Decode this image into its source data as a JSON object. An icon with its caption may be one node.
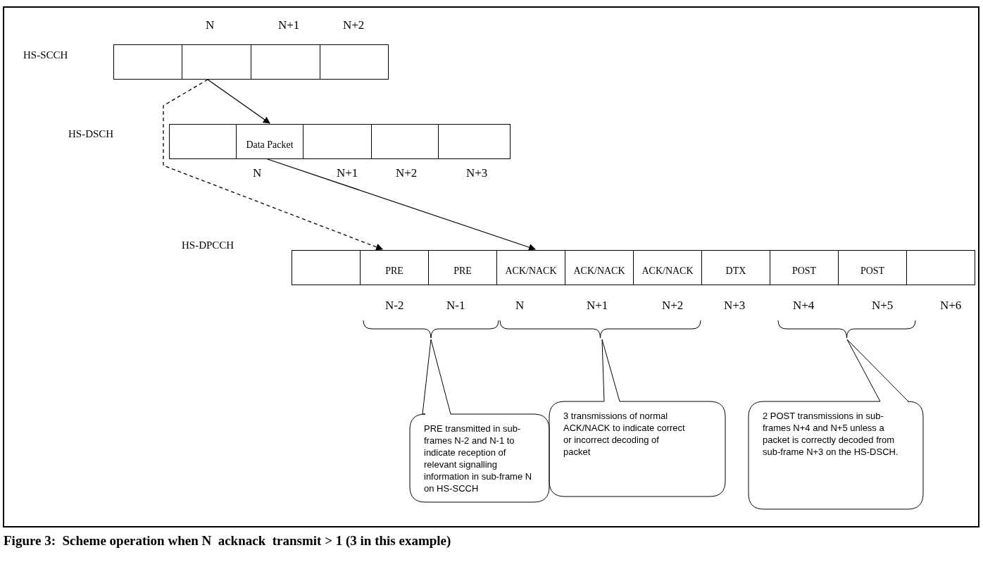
{
  "diagram": {
    "caption": "Figure 3:  Scheme operation when N  acknack  transmit > 1 (3 in this example)",
    "nodes": [
      {
        "text": [],
        "shape": "box"
      },
      {
        "text": [],
        "shape": "box"
      },
      {
        "text": [],
        "shape": "box"
      },
      {
        "text": [],
        "shape": "box"
      },
      {
        "text": [],
        "shape": "box"
      },
      {
        "text": [
          "Data Packet"
        ]
      },
      {
        "text": [],
        "shape": "box"
      },
      {
        "text": [],
        "shape": "box"
      },
      {
        "text": [],
        "shape": "box"
      },
      {
        "text": [],
        "shape": "box"
      },
      {
        "text": [
          "PRE"
        ]
      },
      {
        "text": [
          "PRE"
        ]
      },
      {
        "text": [
          "ACK/NACK"
        ]
      },
      {
        "text": [
          "ACK/NACK"
        ]
      },
      {
        "text": [
          "ACK/NACK"
        ]
      },
      {
        "text": [
          "DTX"
        ]
      },
      {
        "text": [
          "POST"
        ]
      },
      {
        "text": [
          "POST"
        ]
      },
      {
        "text": [],
        "shape": "box"
      },
      {
        "text": [
          "PRE transmitted in sub-frames N-2 and N-1 to indicate reception of relevant signalling information in sub-frame N on HS-SCCH"
        ]
      },
      {
        "text": [
          "3 transmissions of normal ACK/NACK to indicate correct or incorrect decoding of packet"
        ]
      },
      {
        "text": [
          "2 POST transmissions in sub-frames N+4 and N+5 unless a packet is correctly decoded from sub-frame N+3 on the HS-DSCH."
        ]
      }
    ],
    "edges": [
      {
        "from": 1,
        "to": 5,
        "arrow": "to"
      },
      {
        "from": 1,
        "to": 10,
        "arrow": "to",
        "style": "dashed"
      },
      {
        "from": 5,
        "to": 12,
        "arrow": "to"
      }
    ],
    "labels": [
      "N",
      "N+1",
      "N+2",
      "HS-SCCH",
      "HS-DSCH",
      "N",
      "N+1",
      "N+2",
      "N+3",
      "HS-DPCCH",
      "N-2",
      "N-1",
      "N",
      "N+1",
      "N+2",
      "N+3",
      "N+4",
      "N+5",
      "N+6"
    ]
  }
}
